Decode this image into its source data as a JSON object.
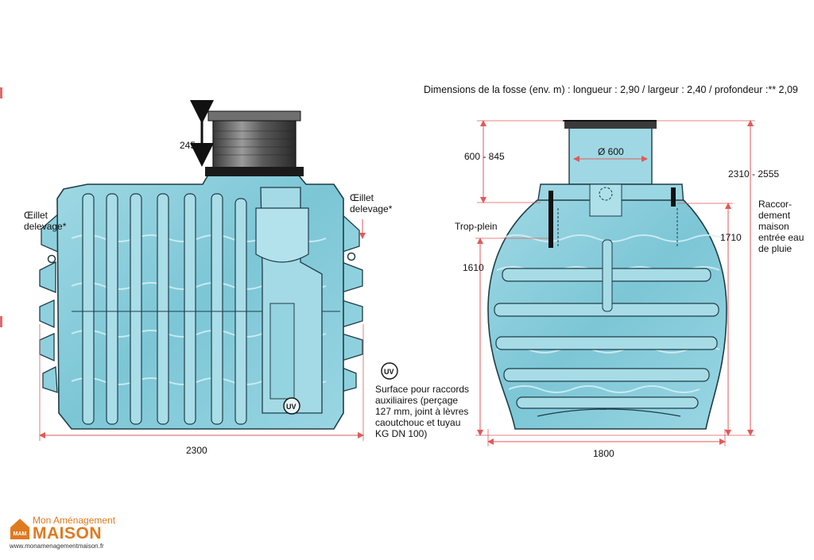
{
  "header": {
    "dimensions_text": "Dimensions de la fosse (env. m) : longueur : 2,90 / largeur : 2,40 / profondeur :** 2,09"
  },
  "side_view": {
    "lifting_eye_left": [
      "Œillet",
      "delevage*"
    ],
    "lifting_eye_right": [
      "Œillet",
      "delevage*"
    ],
    "riser_height": "245",
    "length": "2300",
    "uv_badge": "UV"
  },
  "uv_note": {
    "badge": "UV",
    "lines": [
      "Surface pour raccords",
      "auxiliaires (perçage",
      "127 mm, joint à lèvres",
      "caoutchouc et tuyau",
      "KG DN 100)"
    ]
  },
  "front_view": {
    "riser_range": "600 - 845",
    "diameter": "Ø 600",
    "total_height": "2310 - 2555",
    "overflow": "Trop-plein",
    "overflow_height": "1610",
    "inlet_height": "1710",
    "inlet_label": [
      "Raccor-",
      "dement",
      "maison",
      "entrée eau",
      "de pluie"
    ],
    "width": "1800"
  },
  "brand": {
    "top_line": "Mon Aménagement",
    "name": "MAISON",
    "logo_text": "MAM",
    "url": "www.monamenagementmaison.fr"
  },
  "colors": {
    "tank_fill": "#7fc8d8",
    "tank_light": "#b9e6ef",
    "tank_dark": "#4a93a8",
    "outline": "#1f3d46",
    "dimension_line": "#e05a5a",
    "brand": "#e07a1f"
  }
}
